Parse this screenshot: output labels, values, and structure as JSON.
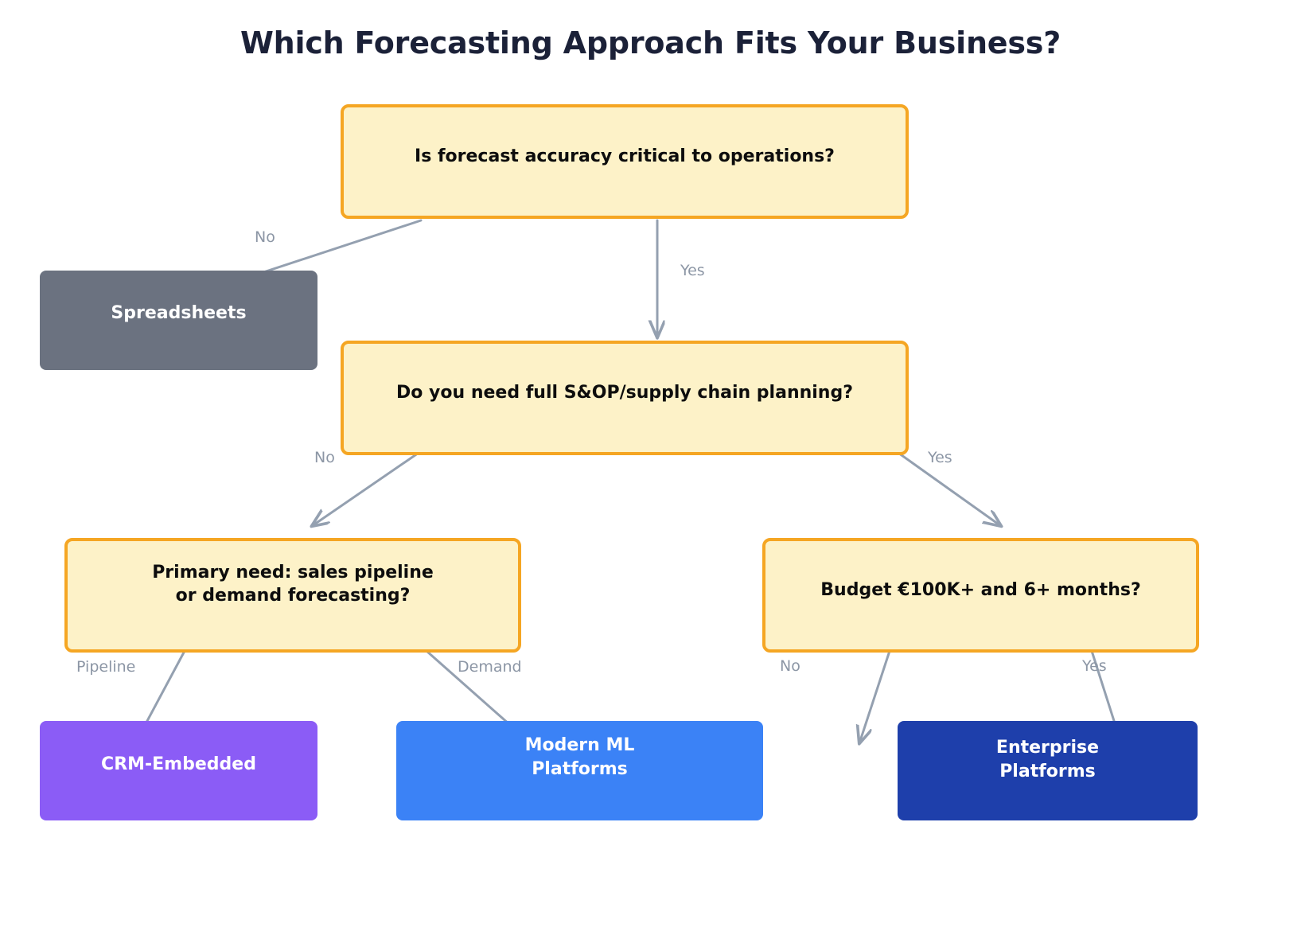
{
  "page": {
    "title": "Which Forecasting Approach Fits Your Business?",
    "background": "#ffffff",
    "title_color": "#1b2138"
  },
  "palette": {
    "decision_fill": "#fdf2c8",
    "decision_border": "#f5a623",
    "decision_text": "#0d0d0d",
    "edge_stroke": "#94a0b0",
    "edge_label_text": "#8c96a5",
    "spreadsheets_fill": "#6b7280",
    "crm_fill": "#8b5cf6",
    "modern_ml_fill": "#3b82f6",
    "enterprise_fill": "#1e3fab"
  },
  "nodes": {
    "decision_accuracy": {
      "label": "Is forecast accuracy critical to operations?",
      "kind": "decision"
    },
    "decision_sop": {
      "label": "Do you need full S&OP/supply chain planning?",
      "kind": "decision"
    },
    "decision_primary_need": {
      "label": "Primary need: sales pipeline\nor demand forecasting?",
      "kind": "decision"
    },
    "decision_budget": {
      "label": "Budget €100K+ and 6+ months?",
      "kind": "decision"
    },
    "outcome_spreadsheets": {
      "label": "Spreadsheets",
      "kind": "outcome"
    },
    "outcome_crm": {
      "label": "CRM-Embedded",
      "kind": "outcome"
    },
    "outcome_modern_ml": {
      "label": "Modern ML\nPlatforms",
      "kind": "outcome"
    },
    "outcome_enterprise": {
      "label": "Enterprise\nPlatforms",
      "kind": "outcome"
    }
  },
  "edges": [
    {
      "id": "accuracy-no",
      "label": "No",
      "from": "decision_accuracy",
      "to": "outcome_spreadsheets"
    },
    {
      "id": "accuracy-yes",
      "label": "Yes",
      "from": "decision_accuracy",
      "to": "decision_sop"
    },
    {
      "id": "sop-no",
      "label": "No",
      "from": "decision_sop",
      "to": "decision_primary_need"
    },
    {
      "id": "sop-yes",
      "label": "Yes",
      "from": "decision_sop",
      "to": "decision_budget"
    },
    {
      "id": "need-pipeline",
      "label": "Pipeline",
      "from": "decision_primary_need",
      "to": "outcome_crm"
    },
    {
      "id": "need-demand",
      "label": "Demand",
      "from": "decision_primary_need",
      "to": "outcome_modern_ml"
    },
    {
      "id": "budget-no",
      "label": "No",
      "from": "decision_budget",
      "to": "outcome_modern_ml"
    },
    {
      "id": "budget-yes",
      "label": "Yes",
      "from": "decision_budget",
      "to": "outcome_enterprise"
    }
  ]
}
